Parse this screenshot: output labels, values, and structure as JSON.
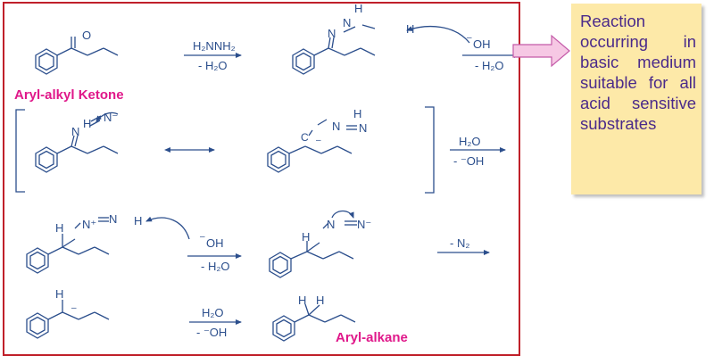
{
  "steps": {
    "s1_reagent": "H₂NNH₂",
    "s1_loss": "- H₂O",
    "s2_reagent": "⁻OH",
    "s2_loss": "- H₂O",
    "s3_reagent": "H₂O",
    "s3_product": "- ⁻OH",
    "s4_reagent": "⁻OH",
    "s4_loss": "- H₂O",
    "s5_loss": "- N₂",
    "s6_reagent": "H₂O",
    "s6_product": "- ⁻OH"
  },
  "labels": {
    "start": "Aryl-alkyl Ketone",
    "end": "Aryl-alkane"
  },
  "atoms": {
    "O": "O",
    "N": "N",
    "H": "H",
    "OH": "OH",
    "Nplus": "N⁺",
    "Nminus": "N⁻",
    "minus": "–"
  },
  "note": {
    "text": "Reaction occurring in basic medium suitable for all acid sensitive substrates"
  },
  "colors": {
    "border": "#c0202a",
    "bond": "#2b4e8c",
    "label": "#e0188a",
    "note_bg": "#fde9a8",
    "note_text": "#4a2a8a",
    "arrow_fill": "#f6c8e4"
  }
}
